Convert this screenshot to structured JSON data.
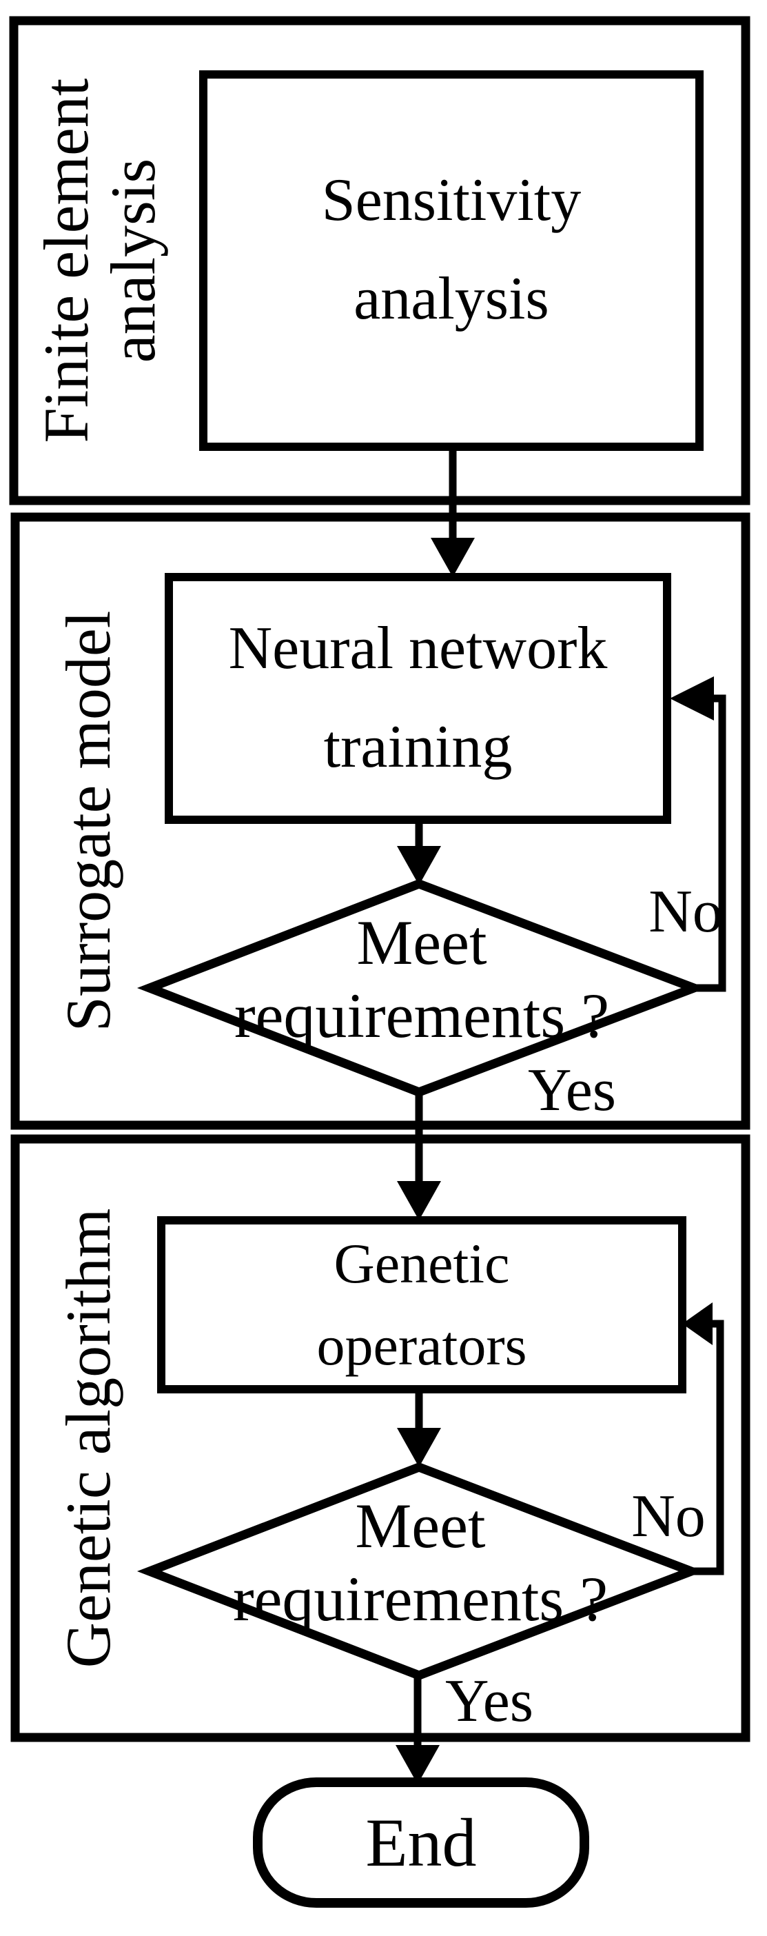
{
  "diagram": {
    "type": "flowchart",
    "background_color": "#ffffff",
    "stroke_color": "#000000",
    "sections": [
      {
        "label": "Finite element analysis",
        "label_lines": [
          "Finite element",
          "analysis"
        ]
      },
      {
        "label": "Surrogate model",
        "label_lines": [
          "Surrogate model"
        ]
      },
      {
        "label": "Genetic algorithm",
        "label_lines": [
          "Genetic algorithm"
        ]
      }
    ],
    "nodes": {
      "sensitivity": {
        "type": "process",
        "lines": [
          "Sensitivity",
          "analysis"
        ]
      },
      "neural_network": {
        "type": "process",
        "lines": [
          "Neural network",
          "training"
        ]
      },
      "decision1": {
        "type": "decision",
        "lines": [
          "Meet",
          "requirements ?"
        ],
        "no_label": "No",
        "yes_label": "Yes"
      },
      "genetic_operators": {
        "type": "process",
        "lines": [
          "Genetic",
          "operators"
        ]
      },
      "decision2": {
        "type": "decision",
        "lines": [
          "Meet",
          "requirements ?"
        ],
        "no_label": "No",
        "yes_label": "Yes"
      },
      "end": {
        "type": "terminator",
        "label": "End"
      }
    }
  }
}
